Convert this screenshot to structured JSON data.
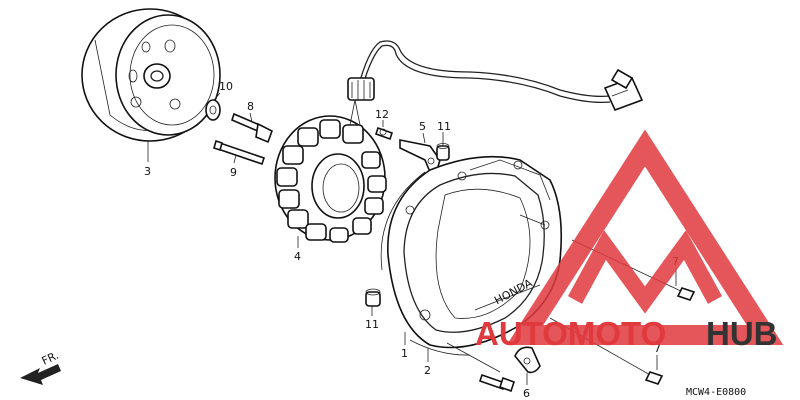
{
  "callouts": {
    "c1": "1",
    "c2": "2",
    "c3": "3",
    "c4": "4",
    "c5": "5",
    "c6": "6",
    "c7a": "7",
    "c7b": "7",
    "c8": "8",
    "c9": "9",
    "c10": "10",
    "c11a": "11",
    "c11b": "11",
    "c12": "12"
  },
  "front_arrow": "FR.",
  "cover_logo": "HONDA",
  "diagram_code": "MCW4-E0800",
  "watermark": {
    "brand_left": "AUTOMOTO",
    "brand_right": "HUB",
    "color_red": "#e0393e",
    "color_dark": "#333333"
  }
}
